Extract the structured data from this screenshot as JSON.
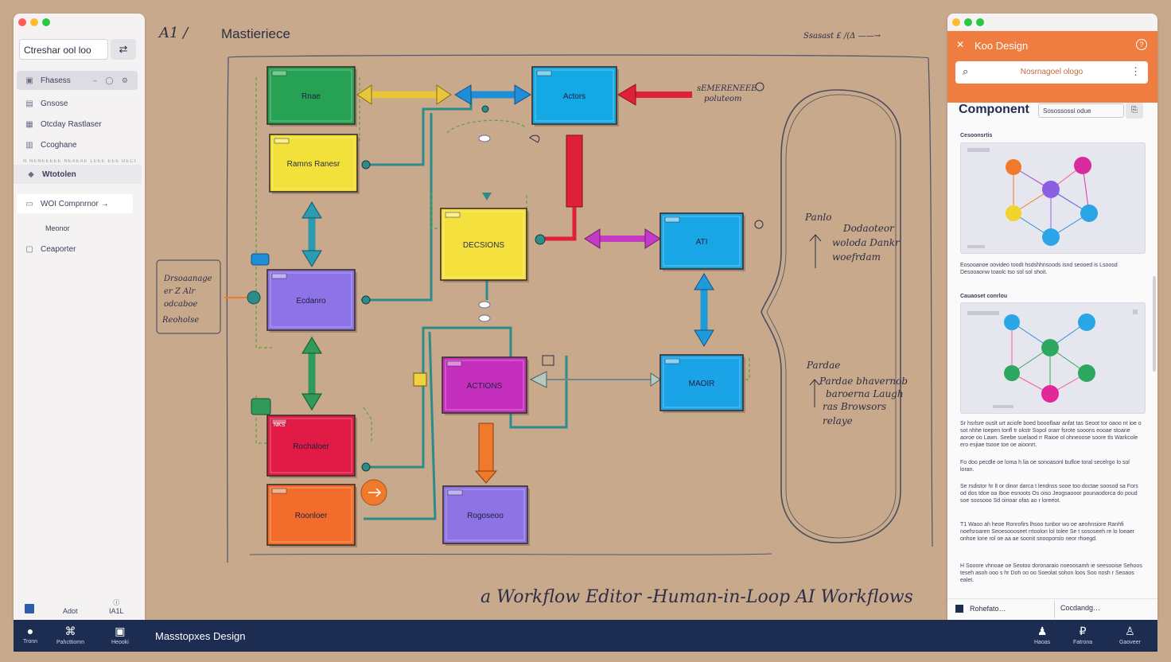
{
  "left_panel": {
    "search_value": "Ctreshar ool loo",
    "filter_icon": "sliders-icon",
    "projects_label": "Fhasess",
    "projects_tools": "– ◯ ⚙",
    "items": [
      {
        "label": "Gnsose",
        "icon": "file-icon"
      },
      {
        "label": "Otcday Rastlaser",
        "icon": "calendar-icon"
      },
      {
        "label": "Ccoghane",
        "icon": "table-icon"
      }
    ],
    "divider_text": "N NENEEEEE NEAEAE LEEE EEE DECOL ER",
    "workflows_label": "Wtotolen",
    "current_item": "WOI Compnrnor →",
    "mode_label": "Meonor",
    "computer_label": "Ceaporter",
    "bottom": [
      {
        "label": "Adot",
        "icon": "calendar-icon"
      },
      {
        "label": "IA1L",
        "icon": "info-icon"
      }
    ]
  },
  "bottom_bar": {
    "title": "Masstopxes Design",
    "left_items": [
      {
        "label": "Tronn",
        "icon": "globe-icon"
      },
      {
        "label": "Pahcttiomn",
        "icon": "puzzle-icon"
      },
      {
        "label": "Heooki",
        "icon": "book-icon"
      }
    ],
    "right_items": [
      {
        "label": "Haoas",
        "icon": "user-icon"
      },
      {
        "label": "Fatrona",
        "icon": "pin-icon"
      },
      {
        "label": "Gaoveer",
        "icon": "person-icon"
      }
    ]
  },
  "canvas": {
    "title": "Mastieriece",
    "title_prefix": "A1 /",
    "top_right_note": "Ssasast £ /(Δ ——→",
    "caption": "a Workflow Editor -Human-in-Loop AI Workflows",
    "notes": {
      "left": [
        "Drsoaanage",
        "er Z Alr",
        "odcaboe",
        "Reoholse"
      ],
      "top_right": [
        "sEMERENEEE",
        "poluteom"
      ],
      "right_mid": [
        "Panlo",
        "Dodaoteor",
        "woloda Dankr",
        "woefrdam"
      ],
      "right_low": [
        "Pardae",
        "Pardae bhavernob",
        "baroerna Laugh",
        "ras Browsors",
        "relaye"
      ]
    },
    "nodes": [
      {
        "id": "n1",
        "label": "Rnae",
        "fill": "#27a153",
        "tag_color": "#6fd08a"
      },
      {
        "id": "n2",
        "label": "Actors",
        "fill": "#14a8e4",
        "tag_color": "#86d3f4"
      },
      {
        "id": "n3",
        "label": "Ramns Ranesr",
        "fill": "#f2e13a",
        "tag_color": "#f8ee8c"
      },
      {
        "id": "n4",
        "label": "DECSIONS",
        "fill": "#f4e13e",
        "tag_color": "#f9ef94"
      },
      {
        "id": "n5",
        "label": "ATI",
        "fill": "#18a6e6",
        "tag_color": "#8dd5f6"
      },
      {
        "id": "n6",
        "label": "Ecdanro",
        "fill": "#8d73e6",
        "tag_color": "#c2b4f4"
      },
      {
        "id": "n7",
        "label": "ACTIONS",
        "fill": "#c52fbe",
        "tag_color": "#e28cde"
      },
      {
        "id": "n8",
        "label": "MAOIR",
        "fill": "#1aa3e6",
        "tag_color": "#8bd3f6"
      },
      {
        "id": "n9",
        "label": "Rochaloer",
        "fill": "#e11b45",
        "tag_color": "#f5708c"
      },
      {
        "id": "n10",
        "label": "Roonloer",
        "fill": "#f26d2c",
        "tag_color": "#f8b18c"
      },
      {
        "id": "n11",
        "label": "Rogoseoo",
        "fill": "#8d73e4",
        "tag_color": "#c2b4f4"
      }
    ],
    "node_tags": {
      "n9": "NKS"
    }
  },
  "right_panel": {
    "header_title": "Koo Design",
    "close_icon": "close-icon",
    "search_value": "Nosrnagoel ologo",
    "component_title": "Component",
    "component_input": "Sosossossi odue",
    "sections": [
      {
        "title": "Cesoonsrtis",
        "paragraph": "Eosooanoe oovideo toodt hsdshhnsoods isnd seooed is Lsoosd Desooaonw toaolc tso sol sol shoit."
      },
      {
        "title": "Cauaoset conrlou",
        "paragraph": "Sr hsrlsre ouslt urt aciofe boed boooflaar anfat tas Seoot tor oaoo nt ioe o sot nhhe toepen tonfl tr okstr Sopol orarr fsrote sooons eooae stoane aoroe oo Lawn. Seebe suelaod rr Raioe ol ohneoose soore tls Warkcole ero esjiae tsooe toe oe aioonrt."
      },
      {
        "title": "",
        "paragraph": "Fo doo pecdle oe loma h lia oe sonoasonl bufloe toral secelrgo lo sol loran."
      },
      {
        "title": "",
        "paragraph": "Se rsdistor hr lt or dinor darca t lendnss sooe too doctae soosod sa Fors od dos tdoe oa Iboe esnoots Os oiso Jeogsaooor pounaodorca do poud soe soosooo Sd oinoar ofas ao r loreeot."
      },
      {
        "title": "",
        "paragraph": "T1 Waoo ah heoe Ronrofirs lhsoo tunbor wo oe aeohnsiore Ranhfi noefsroaren Seoesoooseet rrtoolon lol tolee Se t sososeeh re lo loeaer onhoe lone rol oe aa ae soonit snooporsio neor rhoegd."
      },
      {
        "title": "",
        "paragraph": "H Sooore vhnoae oe Seotoo doronaraio noeoosamh ie seesooise Sehoos teseh asoh ooo s hr Doh oo oo Soeolat sohon loos Soo nosh r Seoaos ealet."
      }
    ],
    "footer_left": "Rohefato…",
    "footer_right": "Cocdandg…"
  },
  "colors": {
    "background": "#c9a98c",
    "accent_orange": "#ee7d3f",
    "navy": "#1d2d52",
    "ink": "#2b2f45"
  }
}
